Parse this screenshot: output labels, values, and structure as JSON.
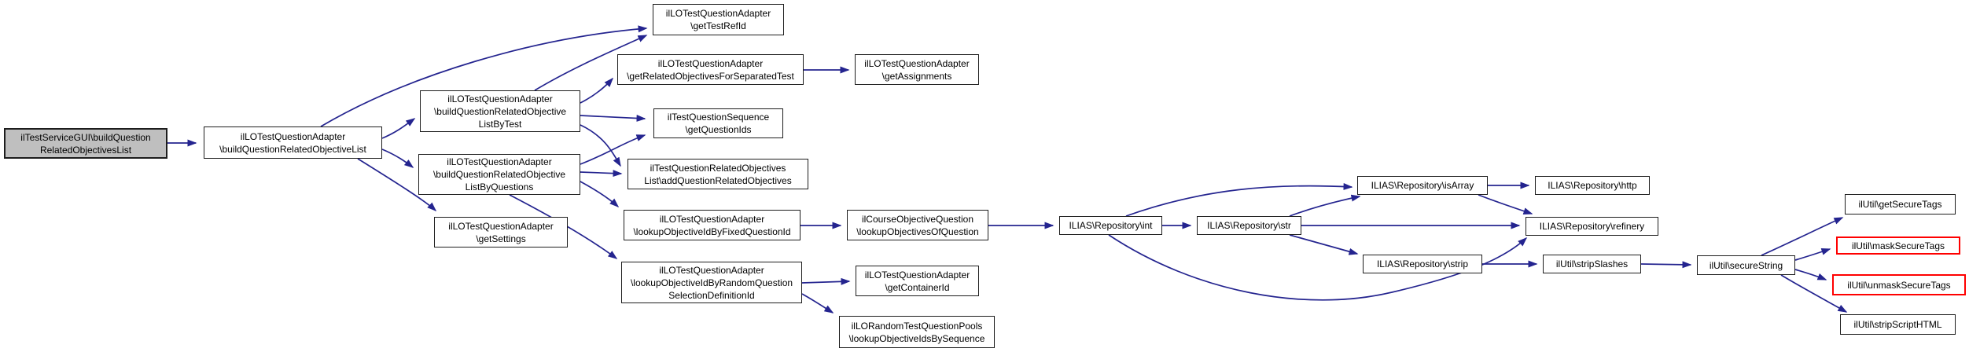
{
  "diagram": {
    "type": "call-graph",
    "colors": {
      "edge": "#24248f",
      "highlight_fill": "#bfbfbf",
      "red_border": "#ff0000",
      "node_border": "#1d1d1d"
    },
    "nodes": {
      "n1": {
        "lines": [
          "ilTestServiceGUI\\buildQuestion",
          "RelatedObjectivesList"
        ],
        "highlighted": true
      },
      "n2": {
        "lines": [
          "ilLOTestQuestionAdapter",
          "\\buildQuestionRelatedObjectiveList"
        ]
      },
      "n3": {
        "lines": [
          "ilLOTestQuestionAdapter",
          "\\buildQuestionRelatedObjective",
          "ListByTest"
        ]
      },
      "n4": {
        "lines": [
          "ilLOTestQuestionAdapter",
          "\\getTestRefId"
        ]
      },
      "n5": {
        "lines": [
          "ilLOTestQuestionAdapter",
          "\\getRelatedObjectivesForSeparatedTest"
        ]
      },
      "n6": {
        "lines": [
          "ilLOTestQuestionAdapter",
          "\\getAssignments"
        ]
      },
      "n7": {
        "lines": [
          "ilTestQuestionSequence",
          "\\getQuestionIds"
        ]
      },
      "n8": {
        "lines": [
          "ilLOTestQuestionAdapter",
          "\\buildQuestionRelatedObjective",
          "ListByQuestions"
        ]
      },
      "n9": {
        "lines": [
          "ilTestQuestionRelatedObjectives",
          "List\\addQuestionRelatedObjectives"
        ]
      },
      "n10": {
        "lines": [
          "ilLOTestQuestionAdapter",
          "\\getSettings"
        ]
      },
      "n11": {
        "lines": [
          "ilLOTestQuestionAdapter",
          "\\lookupObjectiveIdByFixedQuestionId"
        ]
      },
      "n12": {
        "lines": [
          "ilCourseObjectiveQuestion",
          "\\lookupObjectivesOfQuestion"
        ]
      },
      "n13": {
        "lines": [
          "ilLOTestQuestionAdapter",
          "\\lookupObjectiveIdByRandomQuestion",
          "SelectionDefinitionId"
        ]
      },
      "n14": {
        "lines": [
          "ilLOTestQuestionAdapter",
          "\\getContainerId"
        ]
      },
      "n15": {
        "lines": [
          "ilLORandomTestQuestionPools",
          "\\lookupObjectiveIdsBySequence"
        ]
      },
      "n16": {
        "lines": [
          "ILIAS\\Repository\\int"
        ]
      },
      "n17": {
        "lines": [
          "ILIAS\\Repository\\str"
        ]
      },
      "n18": {
        "lines": [
          "ILIAS\\Repository\\isArray"
        ]
      },
      "n19": {
        "lines": [
          "ILIAS\\Repository\\http"
        ]
      },
      "n20": {
        "lines": [
          "ILIAS\\Repository\\refinery"
        ]
      },
      "n21": {
        "lines": [
          "ILIAS\\Repository\\strip"
        ]
      },
      "n22": {
        "lines": [
          "ilUtil\\stripSlashes"
        ]
      },
      "n23": {
        "lines": [
          "ilUtil\\secureString"
        ]
      },
      "n24": {
        "lines": [
          "ilUtil\\getSecureTags"
        ]
      },
      "n25": {
        "lines": [
          "ilUtil\\maskSecureTags"
        ],
        "red_border": true
      },
      "n26": {
        "lines": [
          "ilUtil\\unmaskSecureTags"
        ],
        "red_border": true
      },
      "n27": {
        "lines": [
          "ilUtil\\stripScriptHTML"
        ]
      }
    },
    "edges": [
      {
        "from": "n1",
        "to": "n2"
      },
      {
        "from": "n2",
        "to": "n4"
      },
      {
        "from": "n2",
        "to": "n3"
      },
      {
        "from": "n2",
        "to": "n8"
      },
      {
        "from": "n2",
        "to": "n10"
      },
      {
        "from": "n3",
        "to": "n4"
      },
      {
        "from": "n3",
        "to": "n5"
      },
      {
        "from": "n3",
        "to": "n7"
      },
      {
        "from": "n3",
        "to": "n9"
      },
      {
        "from": "n5",
        "to": "n6"
      },
      {
        "from": "n8",
        "to": "n7"
      },
      {
        "from": "n8",
        "to": "n9"
      },
      {
        "from": "n8",
        "to": "n11"
      },
      {
        "from": "n8",
        "to": "n13"
      },
      {
        "from": "n11",
        "to": "n12"
      },
      {
        "from": "n12",
        "to": "n16"
      },
      {
        "from": "n13",
        "to": "n14"
      },
      {
        "from": "n13",
        "to": "n15"
      },
      {
        "from": "n16",
        "to": "n17"
      },
      {
        "from": "n16",
        "to": "n18"
      },
      {
        "from": "n16",
        "to": "n20"
      },
      {
        "from": "n17",
        "to": "n18"
      },
      {
        "from": "n17",
        "to": "n20"
      },
      {
        "from": "n17",
        "to": "n21"
      },
      {
        "from": "n18",
        "to": "n19"
      },
      {
        "from": "n18",
        "to": "n20"
      },
      {
        "from": "n21",
        "to": "n22"
      },
      {
        "from": "n22",
        "to": "n23"
      },
      {
        "from": "n23",
        "to": "n24"
      },
      {
        "from": "n23",
        "to": "n25"
      },
      {
        "from": "n23",
        "to": "n26"
      },
      {
        "from": "n23",
        "to": "n27"
      }
    ]
  }
}
